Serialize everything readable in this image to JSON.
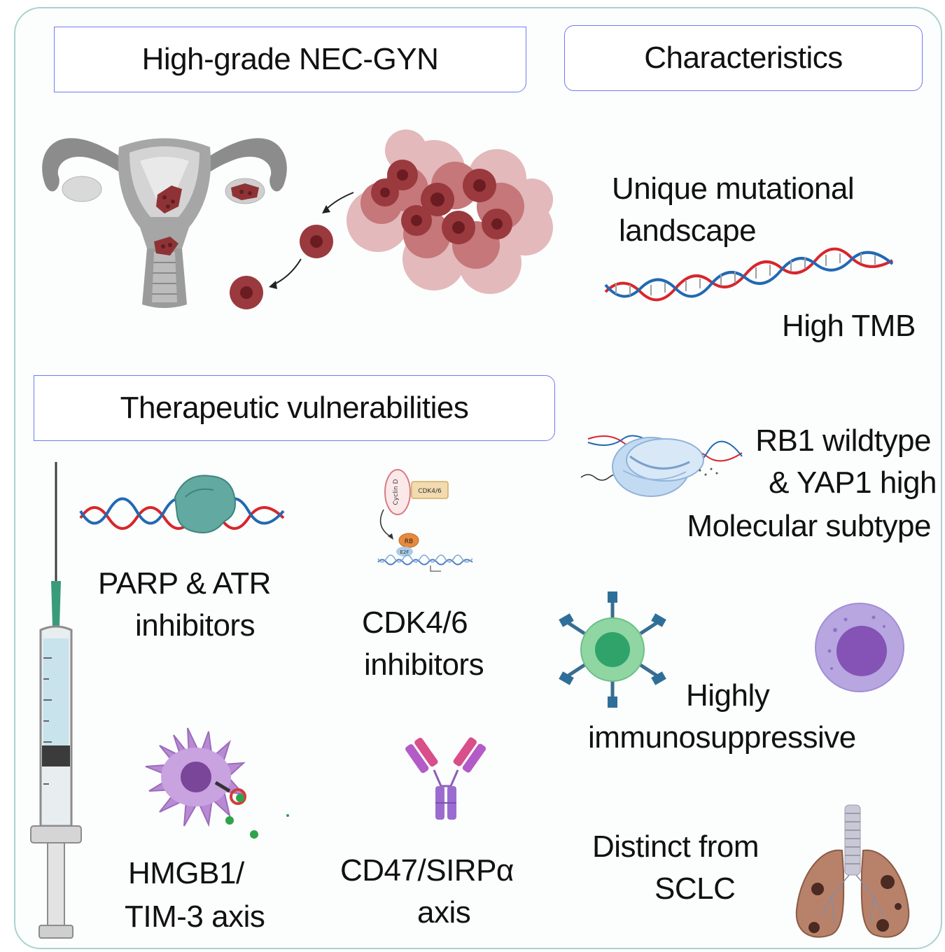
{
  "headers": {
    "left": "High-grade NEC-GYN",
    "right": "Characteristics",
    "therapeutic": "Therapeutic vulnerabilities"
  },
  "characteristics": {
    "mutational_line1": "Unique mutational",
    "mutational_line2": "landscape",
    "tmb": "High TMB",
    "rb1_line1": "RB1 wildtype",
    "rb1_line2": "& YAP1 high",
    "rb1_line3": "Molecular subtype",
    "immuno_line1": "Highly",
    "immuno_line2": "immunosuppressive",
    "sclc_line1": "Distinct from",
    "sclc_line2": "SCLC"
  },
  "therapies": {
    "parp_line1": "PARP & ATR",
    "parp_line2": "inhibitors",
    "cdk_line1": "CDK4/6",
    "cdk_line2": "inhibitors",
    "hmgb_line1": "HMGB1/",
    "hmgb_line2": "TIM-3 axis",
    "cd47_line1": "CD47/SIRPα",
    "cd47_line2": "axis"
  },
  "icon_labels": {
    "cyclin": "Cyclin D",
    "cdk": "CDK4/6",
    "rb": "RB",
    "e2f": "E2F"
  },
  "colors": {
    "frame": "#a9d3cf",
    "header_border": "#6f7cf0",
    "tumor": "#9a3a3e",
    "dna_red": "#d7262c",
    "dna_blue": "#2169b3"
  }
}
